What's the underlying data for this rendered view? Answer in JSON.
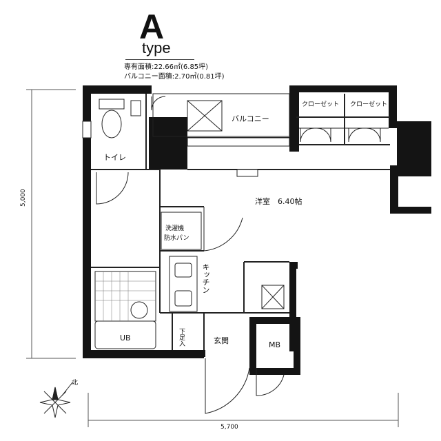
{
  "header": {
    "type_letter": "A",
    "type_word": "type",
    "exclusive_area": "専有面積:22.66㎡(6.85坪)",
    "balcony_area": "バルコニー面積:2.70㎡(0.81坪)"
  },
  "rooms": {
    "toilet": "トイレ",
    "balcony": "バルコニー",
    "closet_left": "クローゼット",
    "closet_right": "クローゼット",
    "western_room": "洋室　6.40帖",
    "washer_pan_line1": "洗濯機",
    "washer_pan_line2": "防水パン",
    "kitchen": "キッチン",
    "unit_bath": "UB",
    "shoe_box": "下足入",
    "entrance": "玄関",
    "meter_box": "MB"
  },
  "dimensions": {
    "height": "5,000",
    "width": "5,700"
  },
  "compass": {
    "label": "北",
    "icon": "compass-icon"
  },
  "colors": {
    "wall": "#141414",
    "line": "#222222",
    "tile": "#777777"
  }
}
